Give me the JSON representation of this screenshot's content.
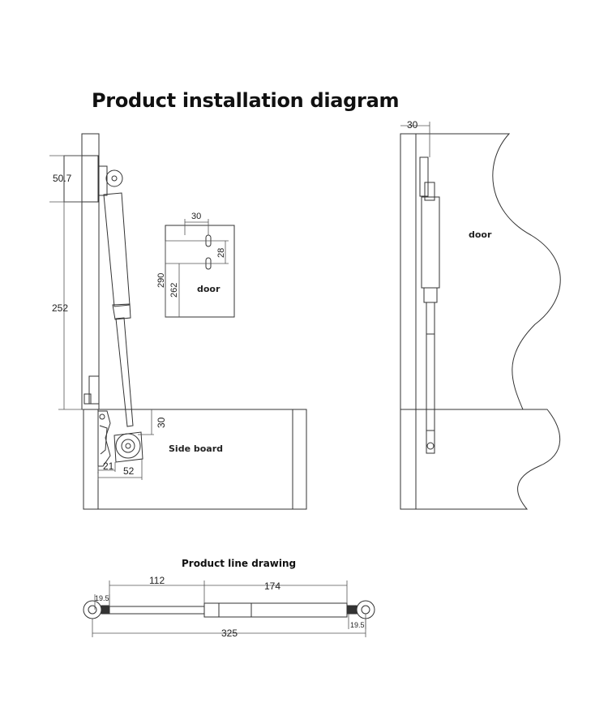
{
  "title": "Product installation diagram",
  "subtitle": "Product line drawing",
  "labels": {
    "door_left": "door",
    "door_right": "door",
    "side_board": "Side board"
  },
  "dimensions": {
    "d_50_7": "50.7",
    "d_252": "252",
    "d_30_top_left": "30",
    "d_21": "21",
    "d_52": "52",
    "d_30_small": "30",
    "d_28": "28",
    "d_290": "290",
    "d_262": "262",
    "d_30_right": "30",
    "d_112": "112",
    "d_174": "174",
    "d_325": "325",
    "d_19_5_left": "19.5",
    "d_19_5_right": "19.5"
  }
}
